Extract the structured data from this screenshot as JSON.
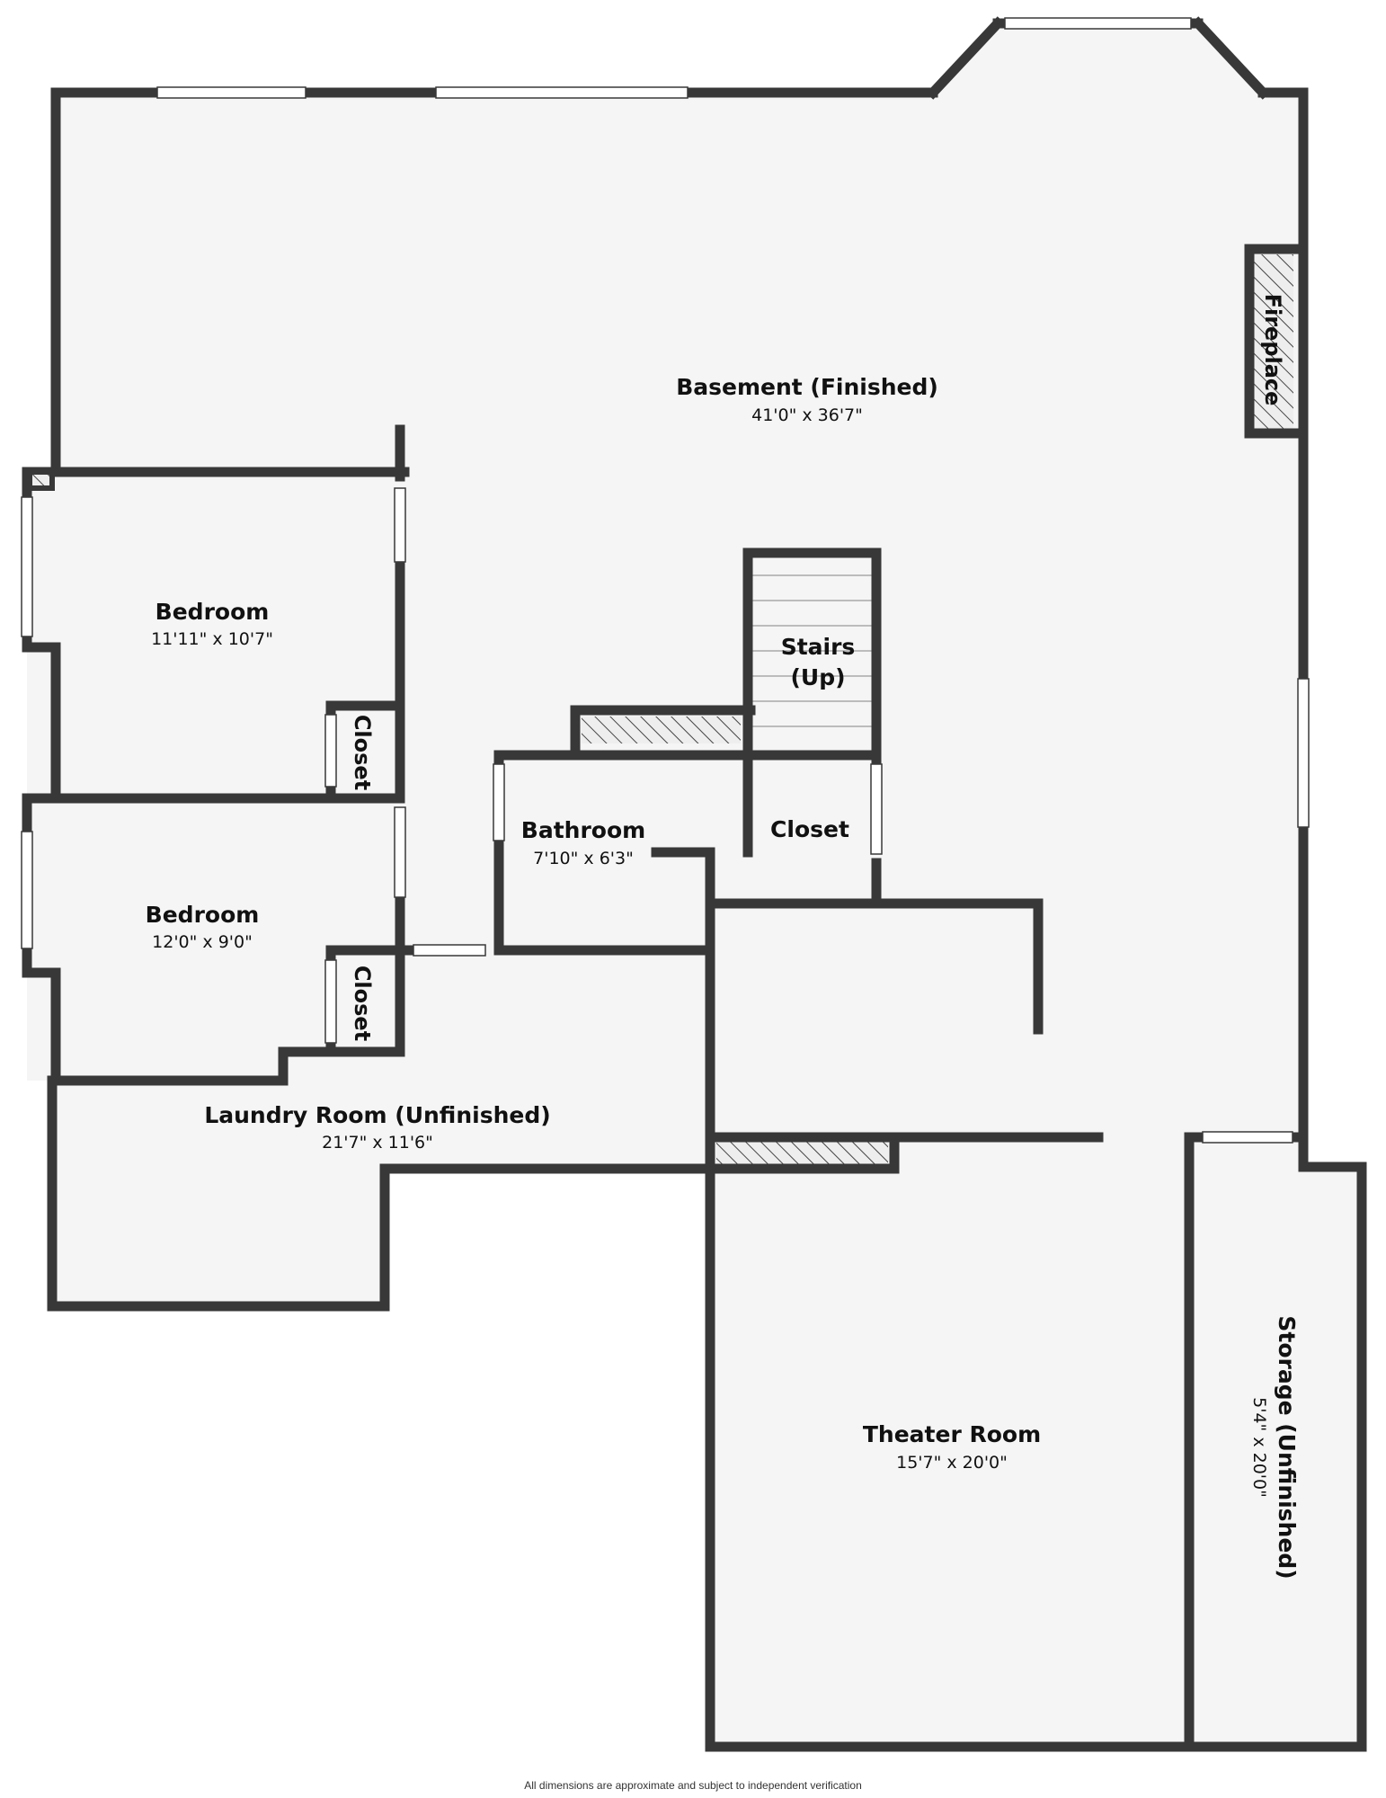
{
  "rooms": {
    "basement": {
      "name": "Basement (Finished)",
      "dims": "41'0\" x 36'7\""
    },
    "bedroom_1": {
      "name": "Bedroom",
      "dims": "11'11\" x 10'7\""
    },
    "bedroom_2": {
      "name": "Bedroom",
      "dims": "12'0\" x 9'0\""
    },
    "stairs": {
      "name_line1": "Stairs",
      "name_line2": "(Up)"
    },
    "bathroom": {
      "name": "Bathroom",
      "dims": "7'10\" x 6'3\""
    },
    "closet_center": {
      "name": "Closet"
    },
    "closet_bedroom_1": {
      "name": "Closet"
    },
    "closet_bedroom_2": {
      "name": "Closet"
    },
    "laundry": {
      "name": "Laundry Room (Unfinished)",
      "dims": "21'7\" x 11'6\""
    },
    "theater": {
      "name": "Theater Room",
      "dims": "15'7\" x 20'0\""
    },
    "storage": {
      "name": "Storage (Unfinished)",
      "dims": "5'4\" x 20'0\""
    },
    "fireplace": {
      "name": "Fireplace"
    }
  },
  "colors": {
    "wall": "#383838",
    "floor": "#f5f5f5",
    "window": "#ffffff"
  },
  "disclaimer": "All dimensions are approximate and subject to independent verification"
}
